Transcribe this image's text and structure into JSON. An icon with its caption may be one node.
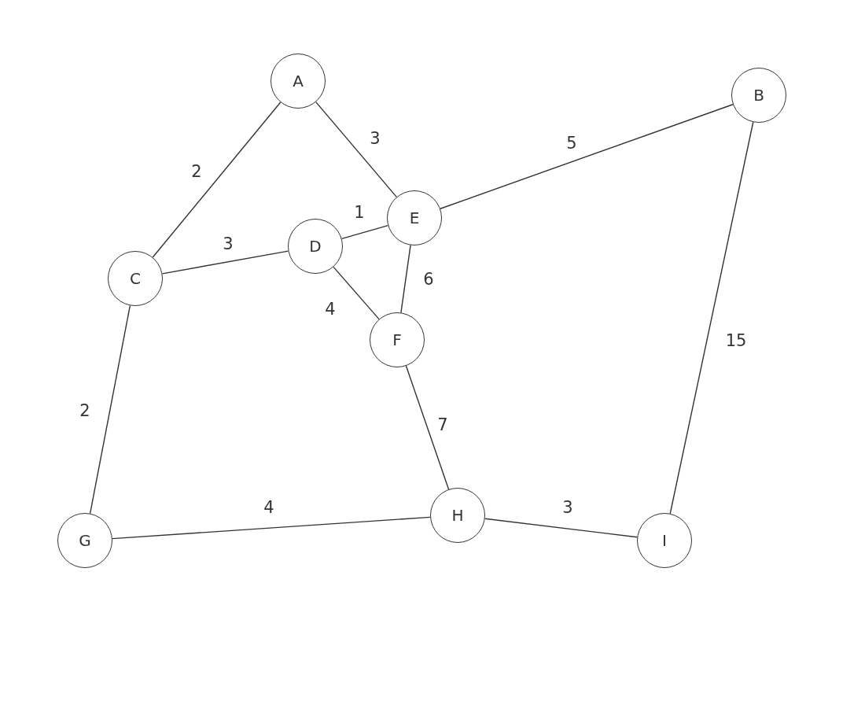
{
  "diagram": {
    "nodes": [
      {
        "text": [
          "A"
        ]
      },
      {
        "text": [
          "B"
        ]
      },
      {
        "text": [
          "C"
        ]
      },
      {
        "text": [
          "D"
        ]
      },
      {
        "text": [
          "E"
        ]
      },
      {
        "text": [
          "F"
        ]
      },
      {
        "text": [
          "G"
        ]
      },
      {
        "text": [
          "H"
        ]
      },
      {
        "text": [
          "I"
        ]
      }
    ],
    "edges": [
      {
        "from": 0,
        "to": 2,
        "arrow": "none",
        "label": "2"
      },
      {
        "from": 0,
        "to": 4,
        "arrow": "none",
        "label": "3"
      },
      {
        "from": 4,
        "to": 1,
        "arrow": "none",
        "label": "5"
      },
      {
        "from": 3,
        "to": 4,
        "arrow": "none",
        "label": "1"
      },
      {
        "from": 2,
        "to": 3,
        "arrow": "none",
        "label": "3"
      },
      {
        "from": 3,
        "to": 5,
        "arrow": "none",
        "label": "4"
      },
      {
        "from": 4,
        "to": 5,
        "arrow": "none",
        "label": "6"
      },
      {
        "from": 1,
        "to": 8,
        "arrow": "none",
        "label": "15"
      },
      {
        "from": 2,
        "to": 6,
        "arrow": "none",
        "label": "2"
      },
      {
        "from": 5,
        "to": 7,
        "arrow": "none",
        "label": "7"
      },
      {
        "from": 6,
        "to": 7,
        "arrow": "none",
        "label": "4"
      },
      {
        "from": 7,
        "to": 8,
        "arrow": "none",
        "label": "3"
      }
    ]
  }
}
